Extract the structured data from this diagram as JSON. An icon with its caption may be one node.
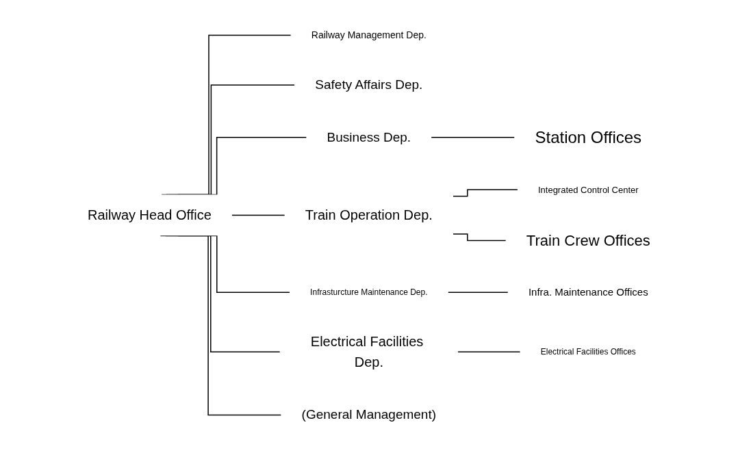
{
  "diagram": {
    "nodes": [
      {
        "text": [
          "Railway Head Office"
        ]
      },
      {
        "text": [
          "Railway Management Dep."
        ]
      },
      {
        "text": [
          "Safety Affairs Dep."
        ]
      },
      {
        "text": [
          "Business Dep."
        ]
      },
      {
        "text": [
          "Station Offices"
        ]
      },
      {
        "text": [
          "Train Operation Dep."
        ]
      },
      {
        "text": [
          "Integrated Control Center"
        ]
      },
      {
        "text": [
          "Train Crew Offices"
        ]
      },
      {
        "text": [
          "Infrasturcture Maintenance Dep."
        ]
      },
      {
        "text": [
          "Infra. Maintenance Offices"
        ]
      },
      {
        "text": [
          "Electrical Facilities Dep."
        ]
      },
      {
        "text": [
          "Electrical Facilities Offices"
        ]
      },
      {
        "text": [
          "(General Management)"
        ]
      }
    ],
    "edges": [
      {
        "from": 0,
        "to": 1,
        "arrow": "none"
      },
      {
        "from": 0,
        "to": 2,
        "arrow": "none"
      },
      {
        "from": 0,
        "to": 3,
        "arrow": "none"
      },
      {
        "from": 3,
        "to": 4,
        "arrow": "none"
      },
      {
        "from": 0,
        "to": 5,
        "arrow": "none"
      },
      {
        "from": 5,
        "to": 6,
        "arrow": "none"
      },
      {
        "from": 5,
        "to": 7,
        "arrow": "none"
      },
      {
        "from": 0,
        "to": 8,
        "arrow": "none"
      },
      {
        "from": 8,
        "to": 9,
        "arrow": "none"
      },
      {
        "from": 0,
        "to": 10,
        "arrow": "none"
      },
      {
        "from": 10,
        "to": 11,
        "arrow": "none"
      },
      {
        "from": 0,
        "to": 12,
        "arrow": "none"
      }
    ]
  }
}
